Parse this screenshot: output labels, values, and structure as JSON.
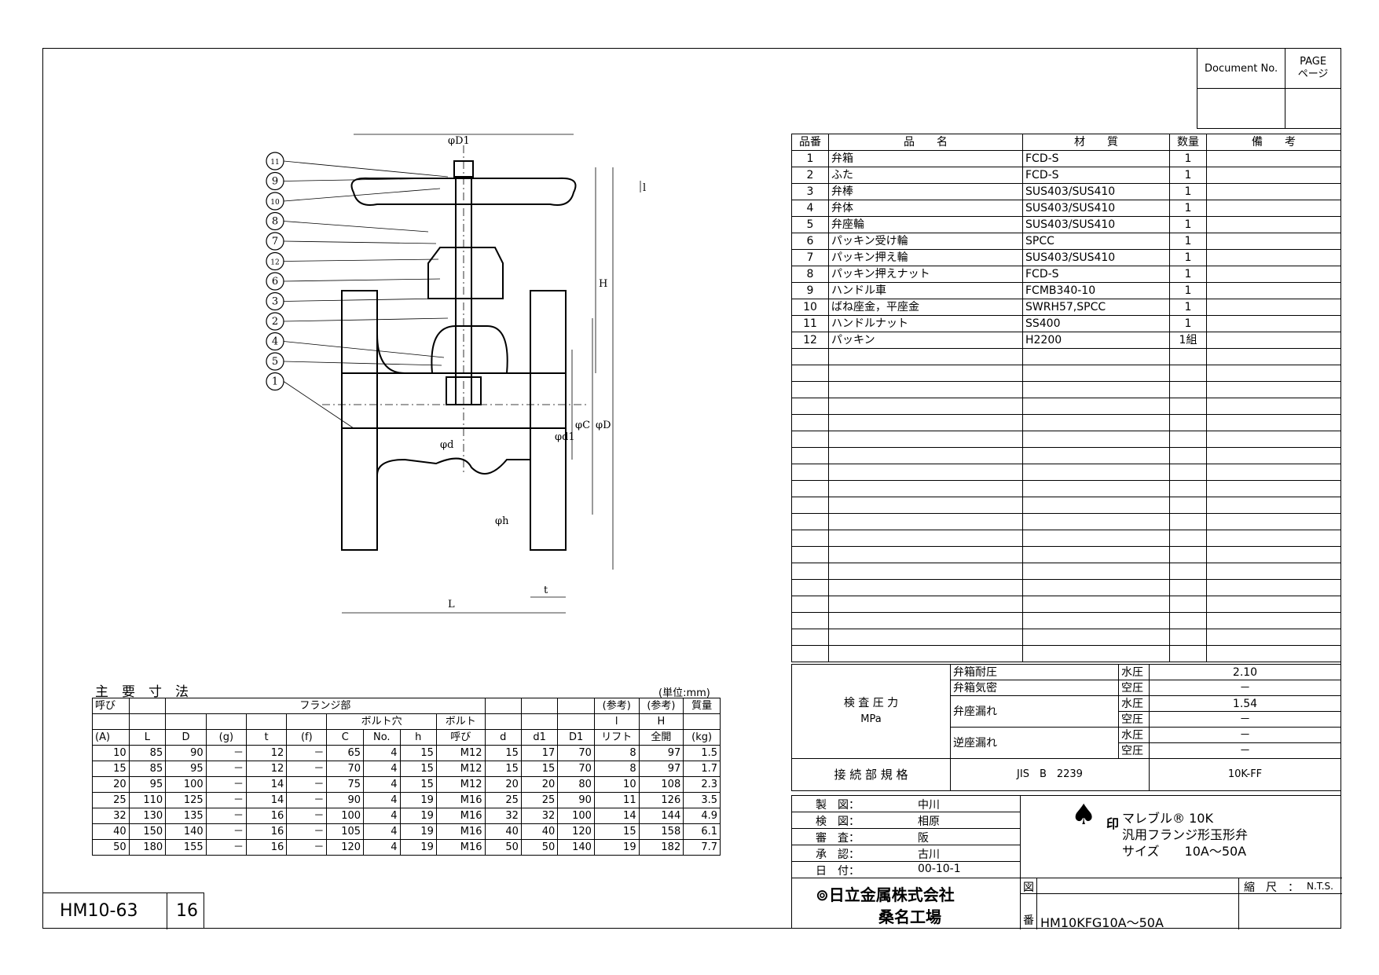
{
  "doc_box": {
    "doc_no_label": "Document No.",
    "page_label_en": "PAGE",
    "page_label_jp": "ページ"
  },
  "parts_table": {
    "headers": [
      "品番",
      "品　　名",
      "材　　質",
      "数量",
      "備　　考"
    ],
    "rows": [
      {
        "no": "1",
        "name": "弁箱",
        "material": "FCD-S",
        "qty": "1"
      },
      {
        "no": "2",
        "name": "ふた",
        "material": "FCD-S",
        "qty": "1"
      },
      {
        "no": "3",
        "name": "弁棒",
        "material": "SUS403/SUS410",
        "qty": "1"
      },
      {
        "no": "4",
        "name": "弁体",
        "material": "SUS403/SUS410",
        "qty": "1"
      },
      {
        "no": "5",
        "name": "弁座輪",
        "material": "SUS403/SUS410",
        "qty": "1"
      },
      {
        "no": "6",
        "name": "パッキン受け輪",
        "material": "SPCC",
        "qty": "1"
      },
      {
        "no": "7",
        "name": "パッキン押え輪",
        "material": "SUS403/SUS410",
        "qty": "1"
      },
      {
        "no": "8",
        "name": "パッキン押えナット",
        "material": "FCD-S",
        "qty": "1"
      },
      {
        "no": "9",
        "name": "ハンドル車",
        "material": "FCMB340-10",
        "qty": "1"
      },
      {
        "no": "10",
        "name": "ばね座金，平座金",
        "material": "SWRH57,SPCC",
        "qty": "1"
      },
      {
        "no": "11",
        "name": "ハンドルナット",
        "material": "SS400",
        "qty": "1"
      },
      {
        "no": "12",
        "name": "パッキン",
        "material": "H2200",
        "qty": "1組"
      }
    ]
  },
  "inspection": {
    "label": "検 査 圧 力",
    "unit": "MPa",
    "body_pressure": "弁箱耐圧",
    "body_air": "弁箱気密",
    "seat_leak": "弁座漏れ",
    "back_seat_leak": "逆座漏れ",
    "water": "水圧",
    "air": "空圧",
    "body_water_value": "2.10",
    "body_air_value": "－",
    "seat_water_value": "1.54",
    "seat_air_value": "－",
    "back_water_value": "－",
    "back_air_value": "－",
    "connection_label": "接 続 部 規 格",
    "connection_std": "JIS　B　2239",
    "connection_type": "10K-FF"
  },
  "approvals": [
    {
      "role": "製　図：",
      "name": "中川"
    },
    {
      "role": "検　図：",
      "name": "相原"
    },
    {
      "role": "審　査：",
      "name": "阪"
    },
    {
      "role": "承　認：",
      "name": "古川"
    },
    {
      "role": "日　付：",
      "name": "00-10-1"
    }
  ],
  "product": {
    "mark": "印",
    "line1": "マレブル® 10K",
    "line2": "汎用フランジ形玉形弁",
    "line3": "サイズ　　10A～50A"
  },
  "company": {
    "name": "日立金属株式会社",
    "plant": "桑名工場"
  },
  "drawing": {
    "zu": "図",
    "ban": "番",
    "number": "HM10KFG10A～50A",
    "scale_label": "縮　尺　：",
    "scale_value": "N.T.S."
  },
  "catalog": {
    "code": "HM10-63",
    "page": "16"
  },
  "dims_table": {
    "title": "主　要　寸　法",
    "unit": "(単位:mm)",
    "h_nominal": "呼び",
    "h_nominal_a": "(A)",
    "h_L": "L",
    "h_flange": "フランジ部",
    "h_D": "D",
    "h_g": "(g)",
    "h_t": "t",
    "h_f": "(f)",
    "h_bolt_hole": "ボルト穴",
    "h_C": "C",
    "h_No": "No.",
    "h_h": "h",
    "h_bolt": "ボルト",
    "h_bolt2": "呼び",
    "h_d": "d",
    "h_d1": "d1",
    "h_D1": "D1",
    "h_ref": "(参考)",
    "h_l": "l",
    "h_lift": "リフト",
    "h_ref2": "(参考)",
    "h_H": "H",
    "h_full": "全開",
    "h_mass": "質量",
    "h_kg": "(kg)",
    "rows": [
      [
        "10",
        "85",
        "90",
        "－",
        "12",
        "－",
        "65",
        "4",
        "15",
        "M12",
        "15",
        "17",
        "70",
        "8",
        "97",
        "1.5"
      ],
      [
        "15",
        "85",
        "95",
        "－",
        "12",
        "－",
        "70",
        "4",
        "15",
        "M12",
        "15",
        "15",
        "70",
        "8",
        "97",
        "1.7"
      ],
      [
        "20",
        "95",
        "100",
        "－",
        "14",
        "－",
        "75",
        "4",
        "15",
        "M12",
        "20",
        "20",
        "80",
        "10",
        "108",
        "2.3"
      ],
      [
        "25",
        "110",
        "125",
        "－",
        "14",
        "－",
        "90",
        "4",
        "19",
        "M16",
        "25",
        "25",
        "90",
        "11",
        "126",
        "3.5"
      ],
      [
        "32",
        "130",
        "135",
        "－",
        "16",
        "－",
        "100",
        "4",
        "19",
        "M16",
        "32",
        "32",
        "100",
        "14",
        "144",
        "4.9"
      ],
      [
        "40",
        "150",
        "140",
        "－",
        "16",
        "－",
        "105",
        "4",
        "19",
        "M16",
        "40",
        "40",
        "120",
        "15",
        "158",
        "6.1"
      ],
      [
        "50",
        "180",
        "155",
        "－",
        "16",
        "－",
        "120",
        "4",
        "19",
        "M16",
        "50",
        "50",
        "140",
        "19",
        "182",
        "7.7"
      ]
    ]
  },
  "diagram": {
    "balloons": [
      "11",
      "9",
      "10",
      "8",
      "7",
      "12",
      "6",
      "3",
      "2",
      "4",
      "5",
      "1"
    ],
    "dim_D1": "φD1",
    "dim_l": "l",
    "dim_H": "H",
    "dim_d1": "φd1",
    "dim_C": "φC",
    "dim_D": "φD",
    "dim_d": "φd",
    "dim_h": "φh",
    "dim_t": "t",
    "dim_L": "L"
  }
}
